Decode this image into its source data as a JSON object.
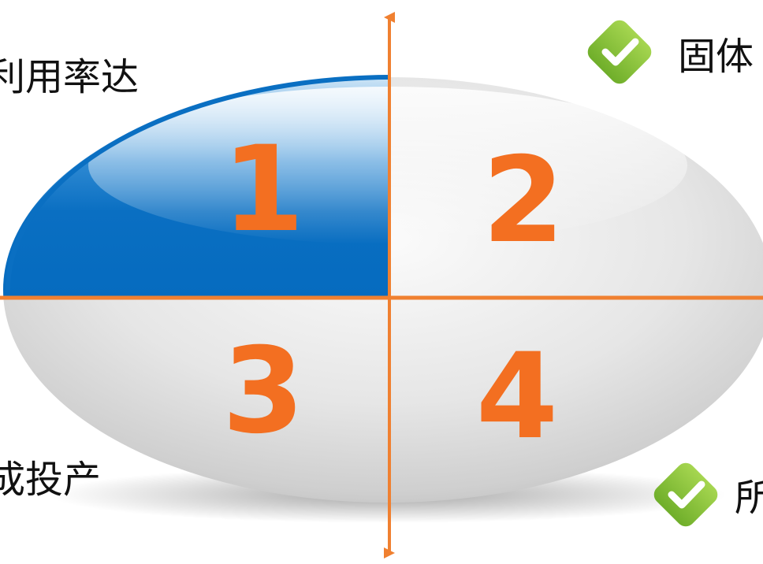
{
  "labels": {
    "top_left": "利用率达",
    "top_right": "固体",
    "bottom_left": "成投产",
    "bottom_right": "所"
  },
  "quadrants": {
    "q1": "1",
    "q2": "2",
    "q3": "3",
    "q4": "4"
  },
  "icons": {
    "top_right": "check-diamond-icon",
    "bottom_right": "check-diamond-icon"
  },
  "colors": {
    "axis": "#f08030",
    "number": "#f36f21",
    "quadrant1": "#0a72c4",
    "check_icon": "#8cc63f"
  }
}
